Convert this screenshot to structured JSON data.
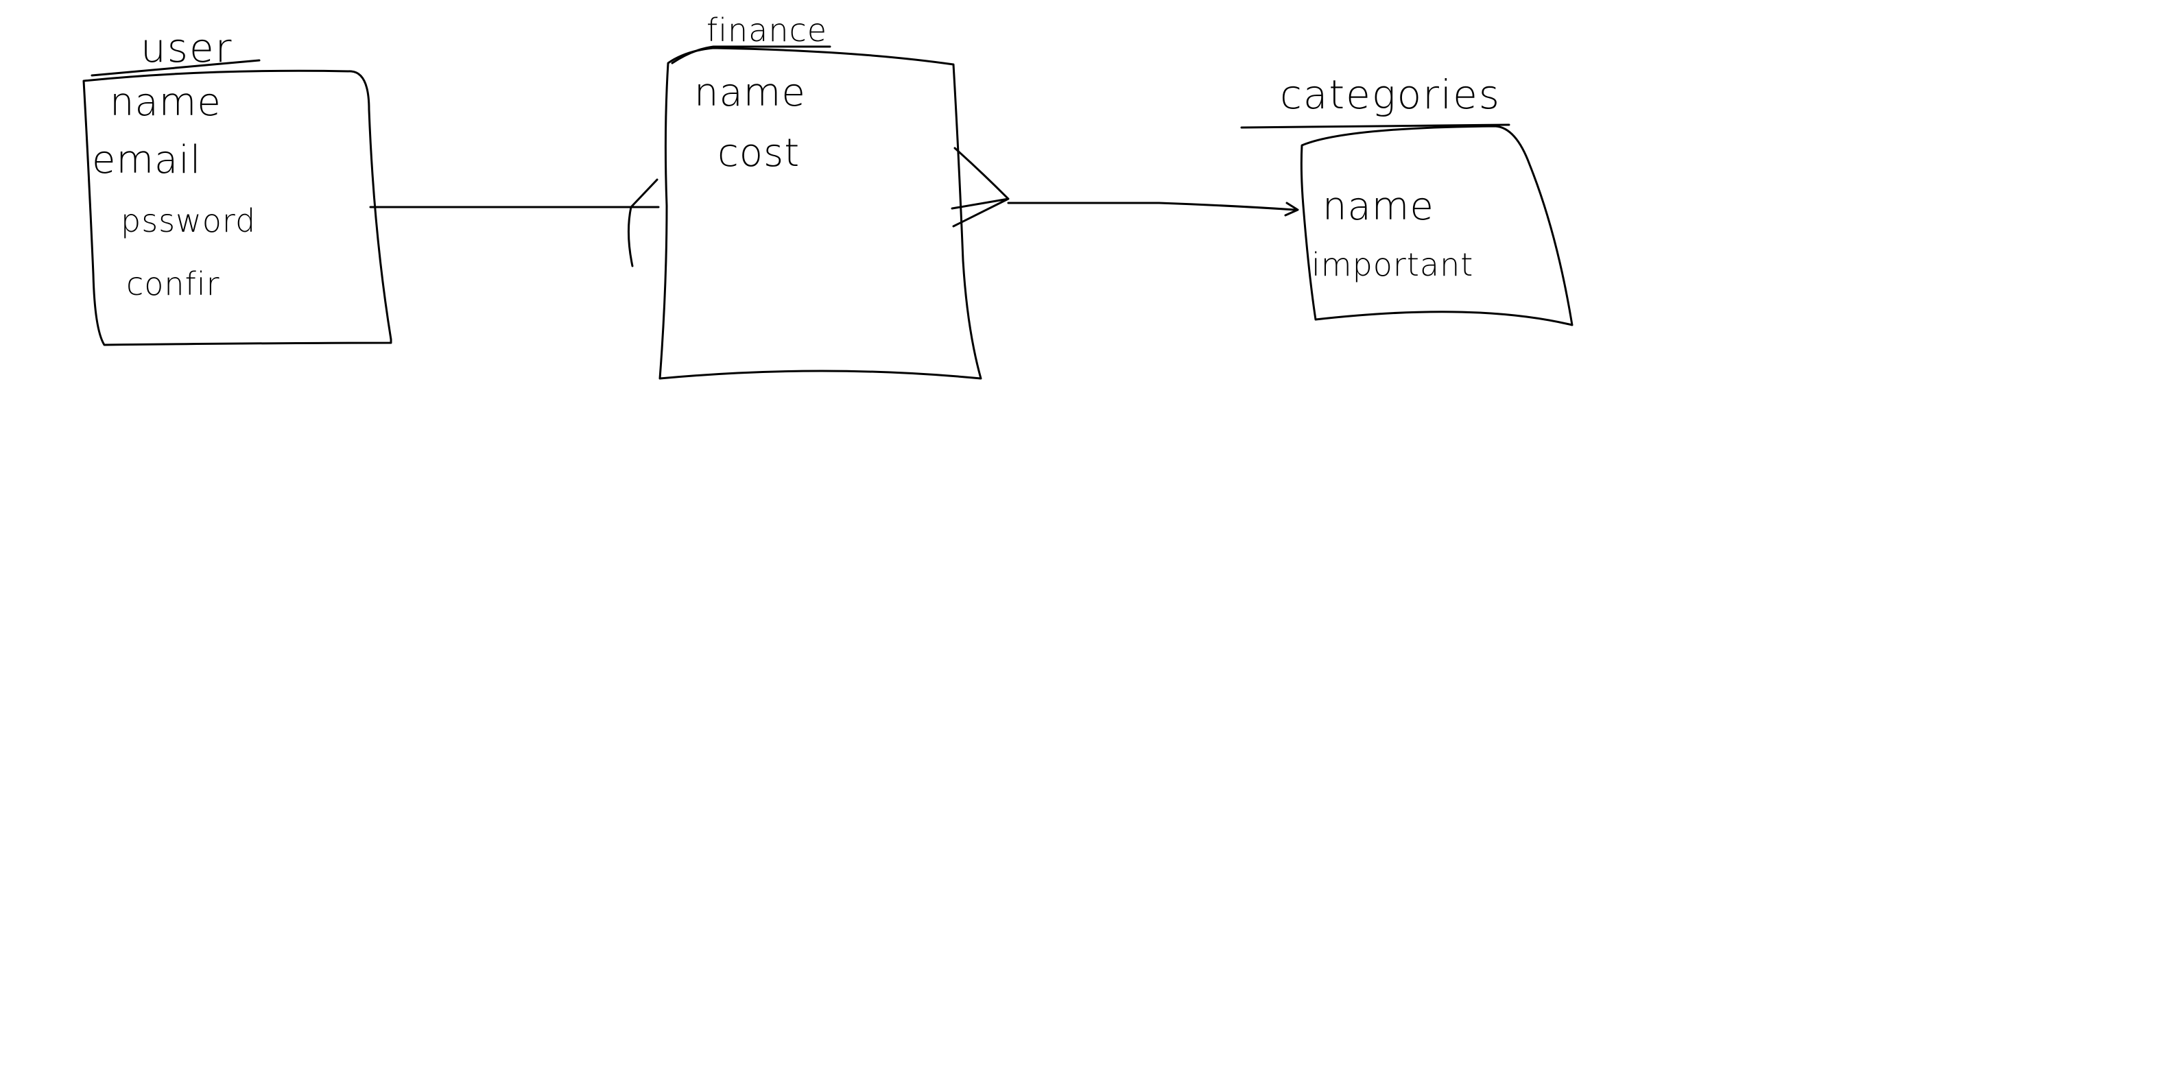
{
  "entities": [
    {
      "id": "user",
      "title": "user",
      "fields": [
        "name",
        "email",
        "pssword",
        "confir"
      ]
    },
    {
      "id": "finance",
      "title": "finance",
      "fields": [
        "name",
        "cost"
      ]
    },
    {
      "id": "categories",
      "title": "categories",
      "fields": [
        "name",
        "important"
      ]
    }
  ],
  "relationships": [
    {
      "from": "user",
      "to": "finance",
      "notation": "crow-foot at finance end"
    },
    {
      "from": "finance",
      "to": "categories",
      "notation": "crow-foot at finance end, arrow at categories end"
    }
  ],
  "colors": {
    "ink": "#000000",
    "background": "#ffffff"
  }
}
